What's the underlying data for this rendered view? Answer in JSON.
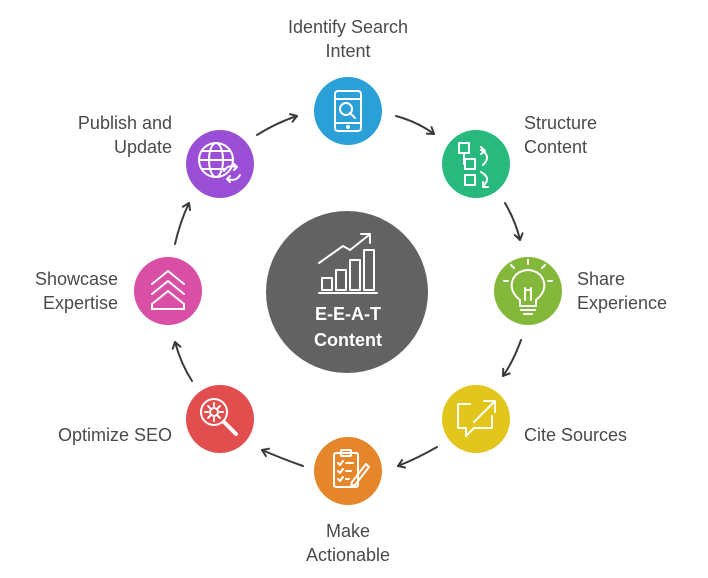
{
  "center": {
    "line1": "E-E-A-T",
    "line2": "Content",
    "color": "#626262"
  },
  "steps": [
    {
      "line1": "Identify Search",
      "line2": "Intent",
      "color": "#2b9fd8",
      "icon": "mobile-search-icon"
    },
    {
      "line1": "Structure",
      "line2": "Content",
      "color": "#27b97d",
      "icon": "structure-flow-icon"
    },
    {
      "line1": "Share",
      "line2": "Experience",
      "color": "#84b83a",
      "icon": "lightbulb-icon"
    },
    {
      "line1": "Cite Sources",
      "line2": "",
      "color": "#e3c61b",
      "icon": "speech-bubble-arrow-icon"
    },
    {
      "line1": "Make",
      "line2": "Actionable",
      "color": "#e6862b",
      "icon": "checklist-pencil-icon"
    },
    {
      "line1": "Optimize SEO",
      "line2": "",
      "color": "#e24d4d",
      "icon": "gear-magnifier-icon"
    },
    {
      "line1": "Showcase",
      "line2": "Expertise",
      "color": "#d94fa5",
      "icon": "layers-chevron-icon"
    },
    {
      "line1": "Publish and",
      "line2": "Update",
      "color": "#9b4fd6",
      "icon": "globe-refresh-icon"
    }
  ]
}
